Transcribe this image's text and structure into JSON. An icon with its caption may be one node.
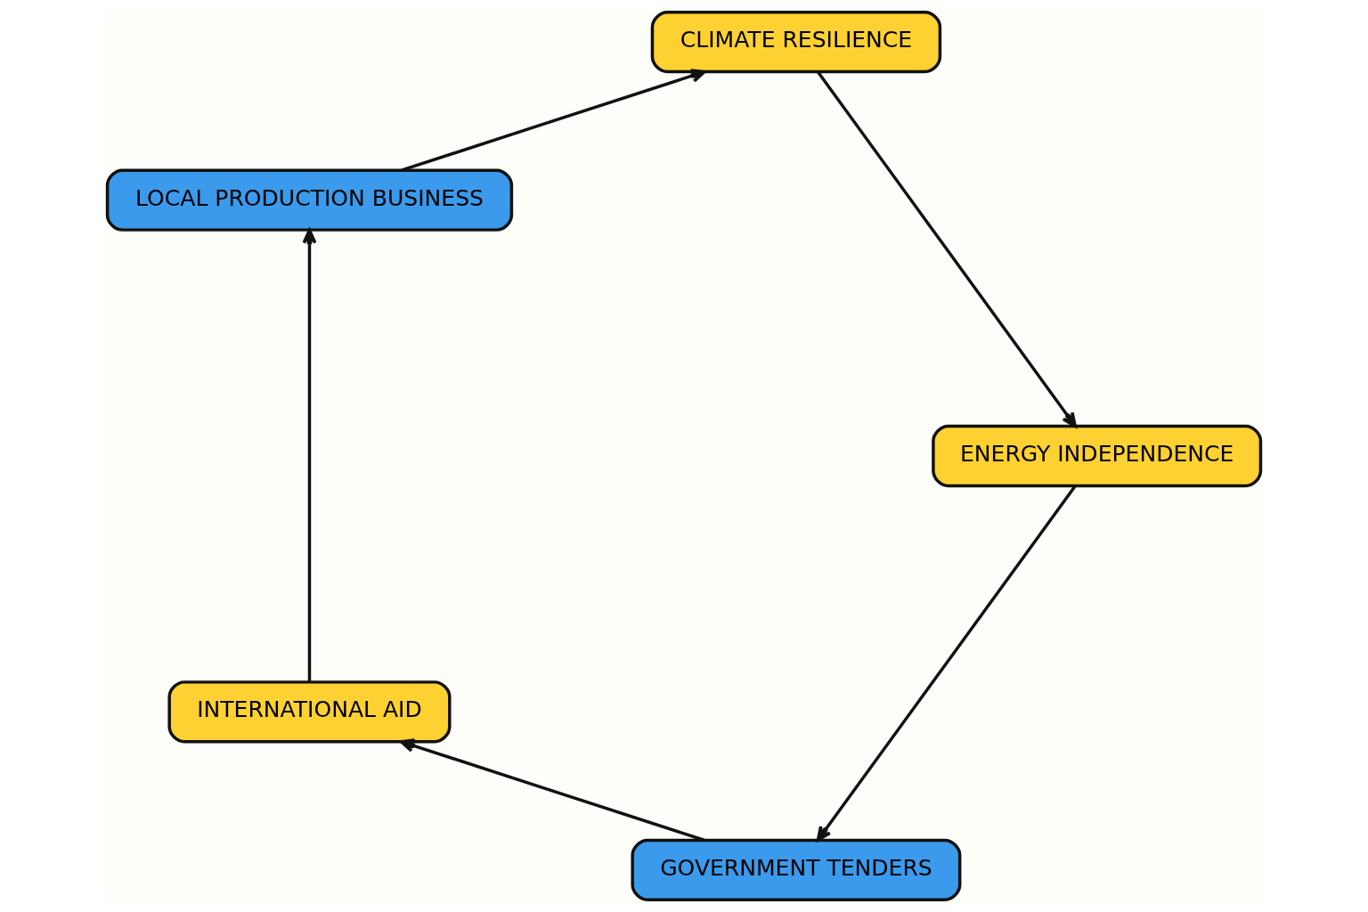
{
  "diagram": {
    "nodes": [
      {
        "text": [
          "GOVERNMENT TENDERS"
        ]
      },
      {
        "text": [
          "INTERNATIONAL AID"
        ]
      },
      {
        "text": [
          "LOCAL PRODUCTION BUSINESS"
        ]
      },
      {
        "text": [
          "CLIMATE RESILIENCE"
        ]
      },
      {
        "text": [
          "ENERGY INDEPENDENCE"
        ]
      }
    ],
    "edges": [
      {
        "from": 0,
        "to": 1,
        "arrow": "to"
      },
      {
        "from": 1,
        "to": 2,
        "arrow": "to"
      },
      {
        "from": 2,
        "to": 3,
        "arrow": "to"
      },
      {
        "from": 3,
        "to": 4,
        "arrow": "to"
      },
      {
        "from": 4,
        "to": 0,
        "arrow": "to"
      }
    ]
  }
}
